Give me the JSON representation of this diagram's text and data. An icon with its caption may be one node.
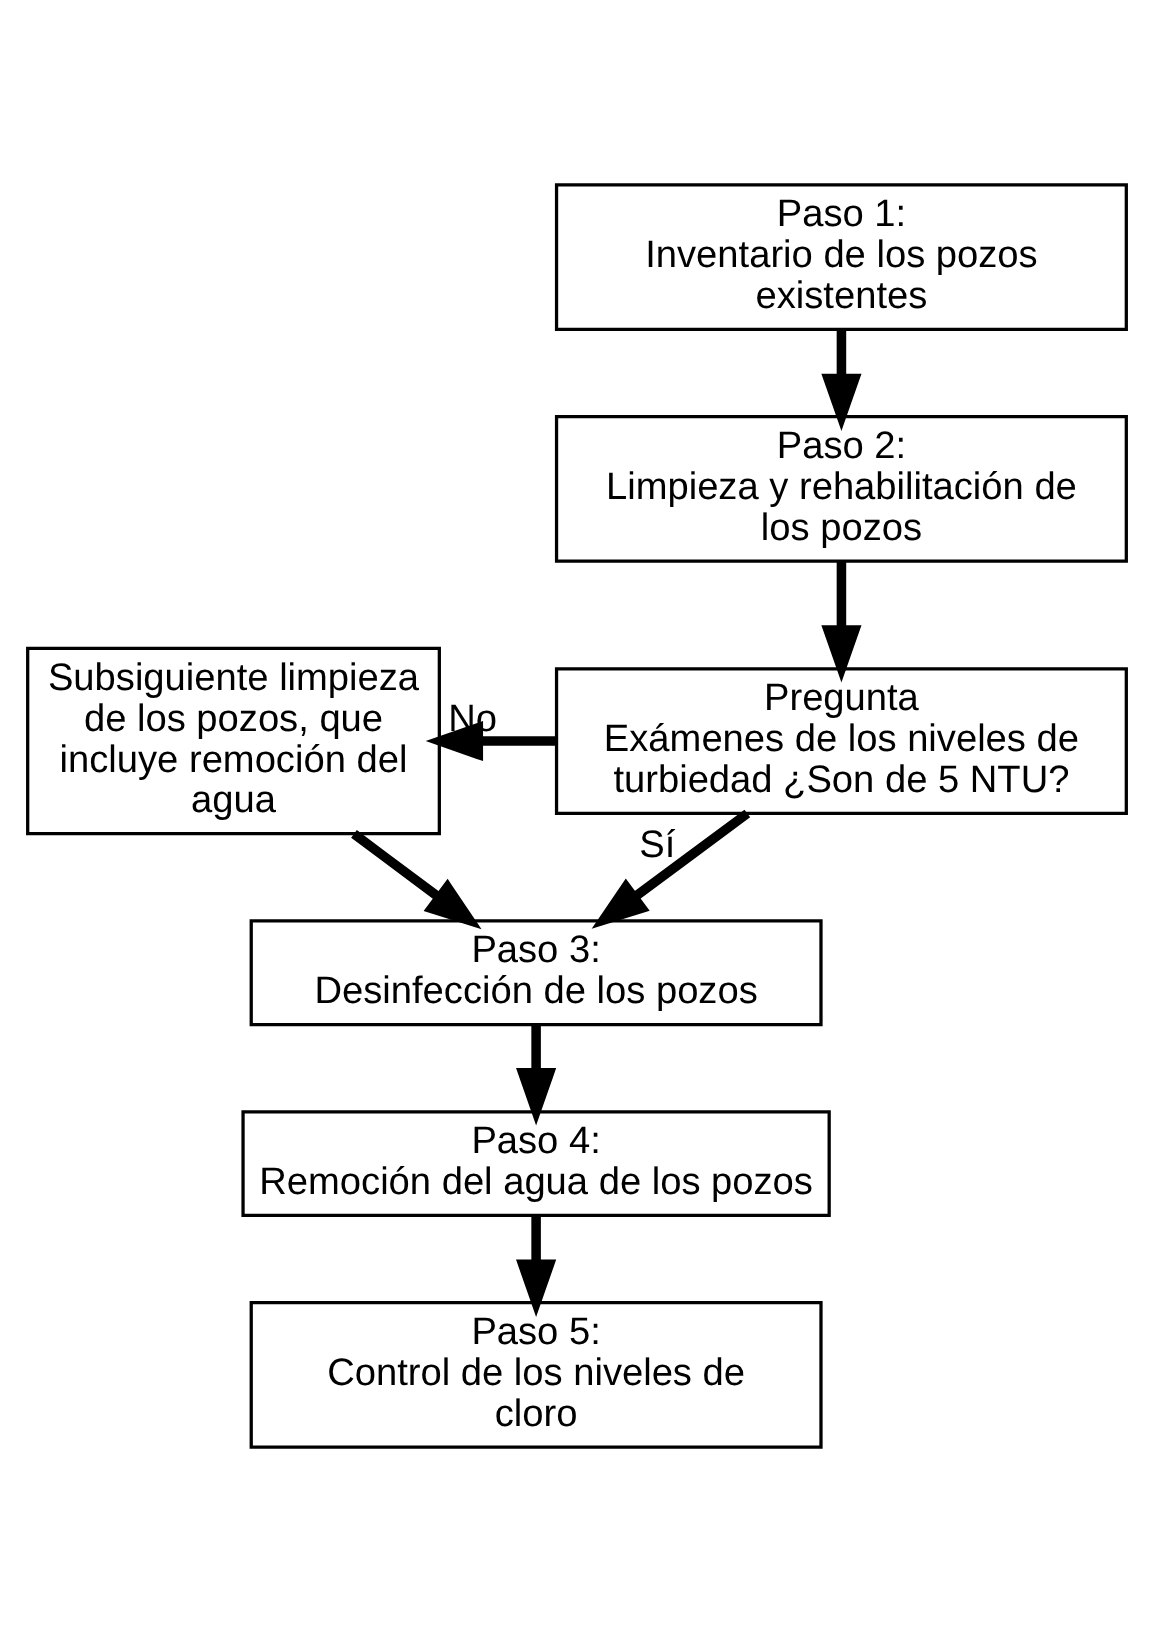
{
  "diagram": {
    "nodes": [
      {
        "text": [
          "Paso 1:",
          "Inventario de los pozos existentes"
        ]
      },
      {
        "text": [
          "Paso 2:",
          "Limpieza y rehabilitación de los pozos"
        ]
      },
      {
        "text": [
          "Pregunta",
          "Exámenes de los niveles de turbiedad ¿Son de 5 NTU?"
        ]
      },
      {
        "text": [
          "Subsiguiente limpieza de los pozos, que incluye remoción del agua"
        ]
      },
      {
        "text": [
          "Paso 3:",
          "Desinfección de los pozos"
        ]
      },
      {
        "text": [
          "Paso 4:",
          "Remoción del agua de los pozos"
        ]
      },
      {
        "text": [
          "Paso 5:",
          "Control de los niveles de cloro"
        ]
      }
    ],
    "edges": [
      {
        "from": 0,
        "to": 1,
        "arrow": "to"
      },
      {
        "from": 1,
        "to": 2,
        "arrow": "to"
      },
      {
        "from": 2,
        "to": 3,
        "arrow": "to",
        "label": "No"
      },
      {
        "from": 2,
        "to": 4,
        "arrow": "to",
        "label": "Sí"
      },
      {
        "from": 3,
        "to": 4,
        "arrow": "to"
      },
      {
        "from": 4,
        "to": 5,
        "arrow": "to"
      },
      {
        "from": 5,
        "to": 6,
        "arrow": "to"
      }
    ]
  }
}
